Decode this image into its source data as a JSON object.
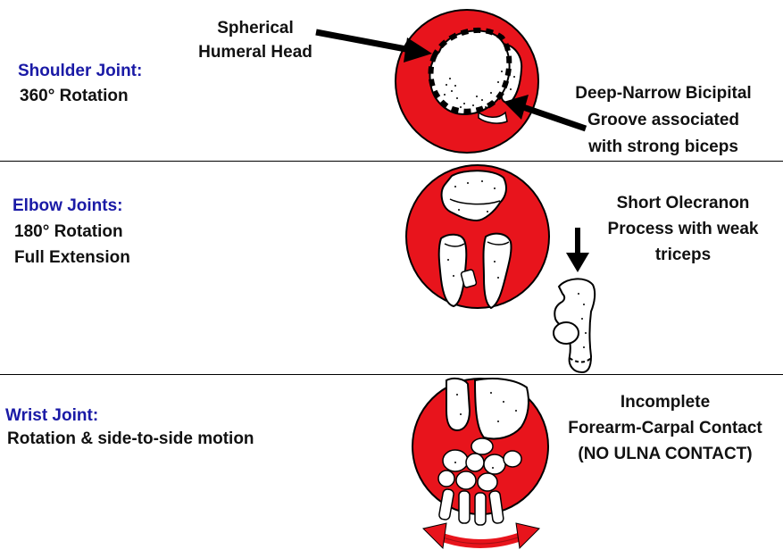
{
  "panels": [
    {
      "title": "Shoulder Joint:",
      "lines": [
        "360° Rotation"
      ],
      "annotations": [
        {
          "lines": [
            "Spherical",
            "Humeral Head"
          ]
        },
        {
          "lines": [
            "Deep-Narrow Bicipital",
            "Groove associated",
            "with strong biceps"
          ]
        }
      ]
    },
    {
      "title": "Elbow Joints:",
      "lines": [
        "180° Rotation",
        "Full Extension"
      ],
      "annotations": [
        {
          "lines": [
            "Short Olecranon",
            "Process with weak",
            "triceps"
          ]
        }
      ]
    },
    {
      "title": "Wrist Joint:",
      "lines": [
        "Rotation &  side-to-side motion"
      ],
      "annotations": [
        {
          "lines": [
            "Incomplete",
            "Forearm-Carpal Contact",
            "(NO ULNA CONTACT)"
          ]
        }
      ]
    }
  ],
  "colors": {
    "title": "#1a1aa6",
    "circle": "#e8141c",
    "text": "#111111",
    "divider": "#000000"
  },
  "icons": [
    "shoulder-joint-illustration",
    "elbow-joint-illustration",
    "olecranon-illustration",
    "wrist-joint-illustration",
    "arrow-icon",
    "double-arrow-icon"
  ]
}
